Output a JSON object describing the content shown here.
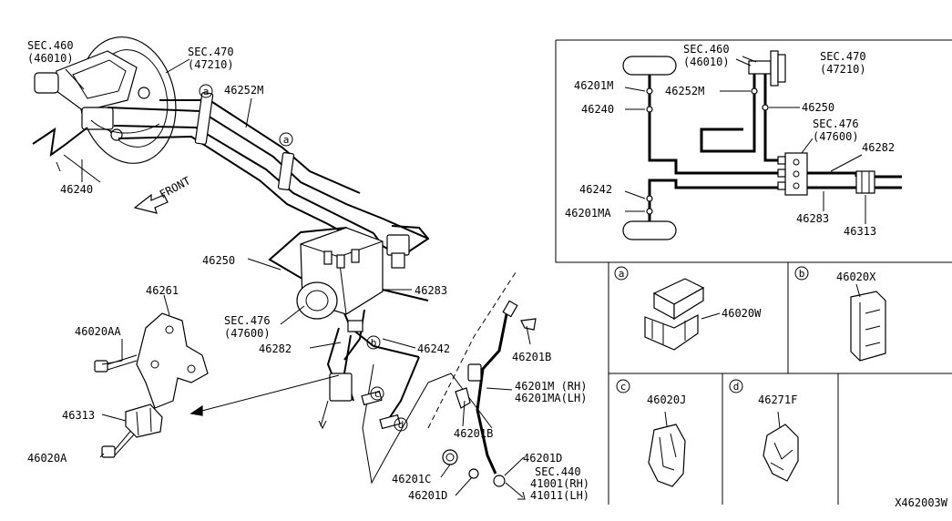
{
  "callouts": {
    "sec460": "SEC.460",
    "sec460_ref": "(46010)",
    "sec470": "SEC.470",
    "sec470_ref": "(47210)",
    "p46252M": "46252M",
    "p46240": "46240",
    "front": "FRONT",
    "p46250": "46250",
    "p46283": "46283",
    "sec476": "SEC.476",
    "sec476_ref": "(47600)",
    "p46282": "46282",
    "p46242": "46242",
    "p46261": "46261",
    "p46020AA": "46020AA",
    "p46313": "46313",
    "p46020A": "46020A",
    "p46201B_top": "46201B",
    "p46201M_rh": "46201M (RH)",
    "p46201MA_lh": "46201MA(LH)",
    "p46201B_bot": "46201B",
    "p46201C": "46201C",
    "p46201D_left": "46201D",
    "p46201D_right": "46201D",
    "sec440": "SEC.440",
    "sec440_rh": "41001(RH)",
    "sec440_lh": "41011(LH)",
    "tag_a": "a",
    "tag_b": "b",
    "tag_c": "c",
    "tag_d": "d"
  },
  "schematic": {
    "sec460": "SEC.460",
    "sec460_ref": "(46010)",
    "sec470": "SEC.470",
    "sec470_ref": "(47210)",
    "p46201M": "46201M",
    "p46252M": "46252M",
    "p46240": "46240",
    "p46250": "46250",
    "sec476": "SEC.476",
    "sec476_ref": "(47600)",
    "p46282": "46282",
    "p46242": "46242",
    "p46201MA": "46201MA",
    "p46283": "46283",
    "p46313": "46313"
  },
  "panels": {
    "a": {
      "tag": "a",
      "part": "46020W"
    },
    "b": {
      "tag": "b",
      "part": "46020X"
    },
    "c": {
      "tag": "c",
      "part": "46020J"
    },
    "d": {
      "tag": "d",
      "part": "46271F"
    }
  },
  "diagram_code": "X462003W"
}
